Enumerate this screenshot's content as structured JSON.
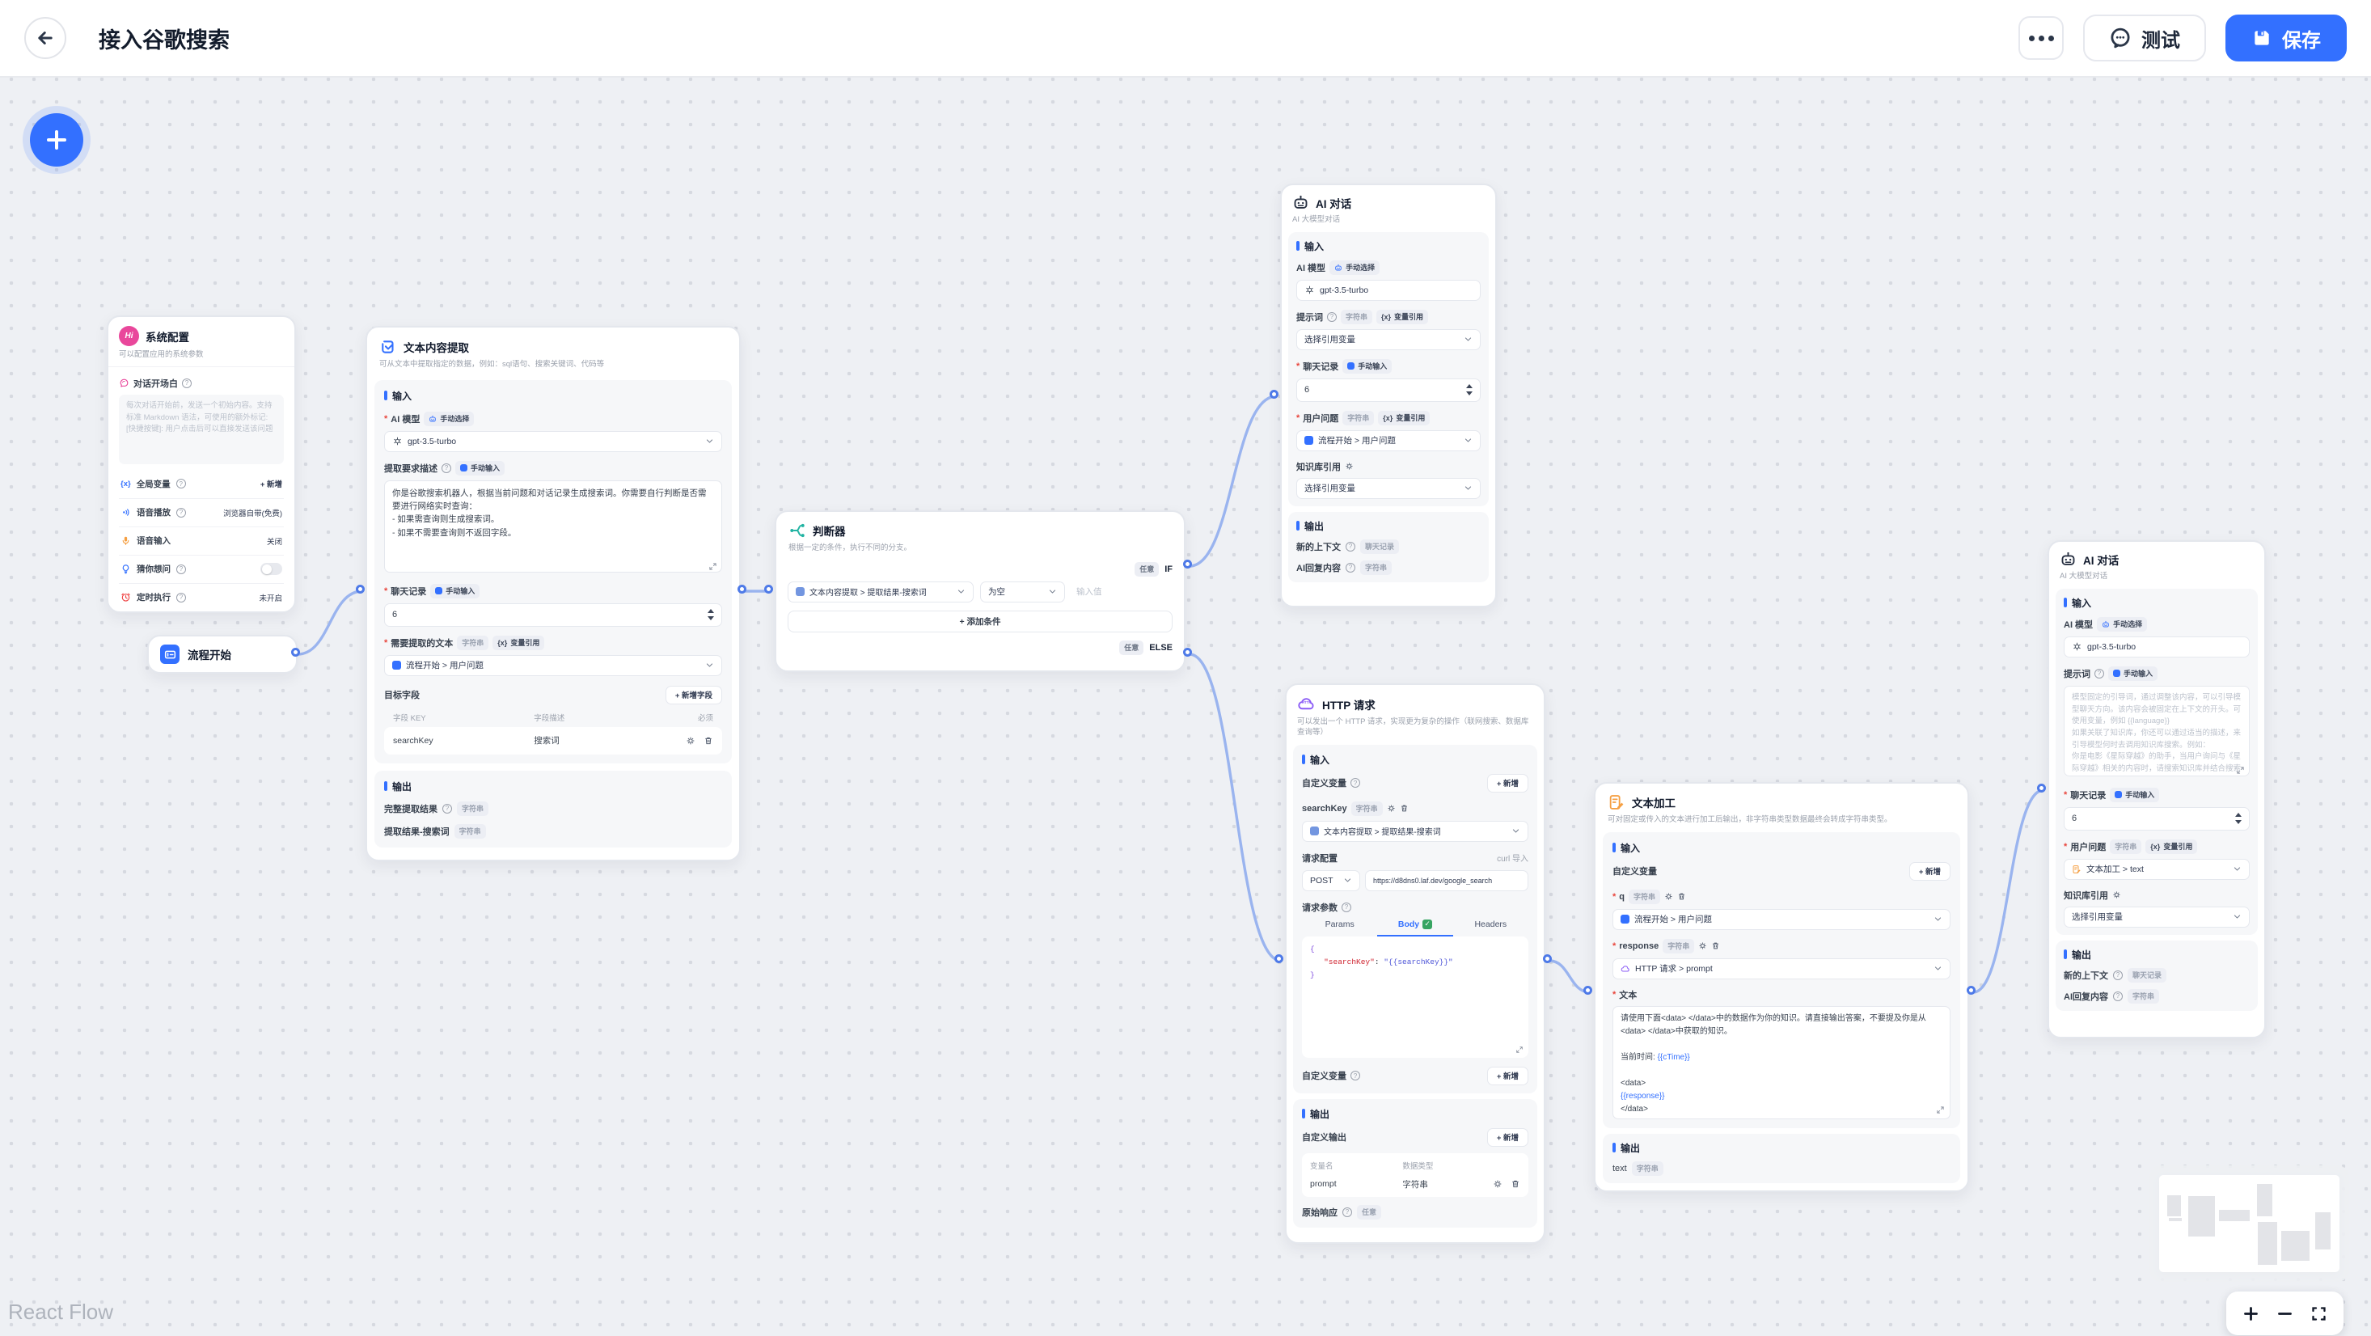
{
  "header": {
    "title": "接入谷歌搜索",
    "test": "测试",
    "save": "保存"
  },
  "attribution": "React Flow",
  "ui": {
    "q": "?",
    "required": "*",
    "add": "+ 新增",
    "input": "输入",
    "output": "输出",
    "string": "字符串",
    "any_type": "任意",
    "chat_history_type": "聊天记录",
    "manual_select": "手动选择",
    "manual_input": "手动输入",
    "var_ref": "变量引用",
    "var_glyph": "{x}",
    "check": "✓",
    "model": "gpt-3.5-turbo",
    "ai_model": "AI 模型",
    "prompt": "提示词",
    "chat_history": "聊天记录",
    "rounds": "6",
    "user_question": "用户问题",
    "kb_ref": "知识库引用",
    "select_var": "选择引用变量",
    "new_context": "新的上下文",
    "ai_reply": "AI回复内容",
    "custom_vars": "自定义变量",
    "flow_user_q": "流程开始 > 用户问题",
    "extract_result_path": "文本内容提取 > 提取结果-搜索词"
  },
  "nodes": {
    "system": {
      "icon_text": "Hi",
      "title": "系统配置",
      "subtitle": "可以配置应用的系统参数",
      "opening": "对话开场白",
      "opening_ph": "每次对话开始前，发送一个初始内容。支持标准 Markdown 语法，可使用的额外标记:\n[快捷按键]: 用户点击后可以直接发送该问题",
      "rows": [
        {
          "label": "全局变量",
          "value": "+ 新增"
        },
        {
          "label": "语音播放",
          "value": "浏览器自带(免费)"
        },
        {
          "label": "语音输入",
          "value": "关闭"
        },
        {
          "label": "猜你想问",
          "value": ""
        },
        {
          "label": "定时执行",
          "value": "未开启"
        }
      ]
    },
    "flow_start": {
      "title": "流程开始"
    },
    "extract": {
      "title": "文本内容提取",
      "subtitle": "可从文本中提取指定的数据，例如：sql语句、搜索关键词、代码等",
      "desc_label": "提取要求描述",
      "desc_value": "你是谷歌搜索机器人，根据当前问题和对话记录生成搜索词。你需要自行判断是否需要进行网络实时查询：\n- 如果需查询则生成搜索词。\n- 如果不需要查询则不返回字段。",
      "source_label": "需要提取的文本",
      "target_fields": "目标字段",
      "add_field": "+ 新增字段",
      "col_key": "字段 KEY",
      "col_desc": "字段描述",
      "col_required": "必须",
      "field_key": "searchKey",
      "field_desc": "搜索词",
      "out_full": "完整提取结果",
      "out_field": "提取结果-搜索词"
    },
    "classifier": {
      "title": "判断器",
      "subtitle": "根据一定的条件，执行不同的分支。",
      "if_label": "IF",
      "else_label": "ELSE",
      "any": "任意",
      "op": "为空",
      "value_ph": "输入值",
      "add_condition": "+ 添加条件"
    },
    "ai_top": {
      "title": "AI 对话",
      "subtitle": "AI 大模型对话"
    },
    "http": {
      "title": "HTTP 请求",
      "subtitle": "可以发出一个 HTTP 请求，实现更为复杂的操作（联网搜索、数据库查询等）",
      "icon_text": "HTTP",
      "var_name": "searchKey",
      "req_config": "请求配置",
      "curl": "curl 导入",
      "method": "POST",
      "url": "https://d8dns0.laf.dev/google_search",
      "req_params": "请求参数",
      "tabs": [
        "Params",
        "Body",
        "Headers"
      ],
      "code_open": "{\n   ",
      "code_key": "\"searchKey\"",
      "code_colon": ": ",
      "code_val": "\"{{searchKey}}\"",
      "code_close": "\n}",
      "custom_out": "自定义输出",
      "col_var": "变量名",
      "col_type": "数据类型",
      "out_var": "prompt",
      "raw_resp": "原始响应"
    },
    "process": {
      "title": "文本加工",
      "subtitle": "可对固定或传入的文本进行加工后输出，非字符串类型数据最终会转成字符串类型。",
      "var_q": "q",
      "var_resp": "response",
      "resp_value": "HTTP 请求 > prompt",
      "text_label": "文本",
      "t1": "请使用下面<data> </data>中的数据作为你的知识。请直接输出答案，不要提及你是从<data> </data>中获取的知识。\n\n当前时间: ",
      "v1": "{{cTime}}",
      "t2": "\n\n<data>\n",
      "v2": "{{response}}",
      "t3": "\n</data>",
      "out_text": "text"
    },
    "ai_right": {
      "title": "AI 对话",
      "subtitle": "AI 大模型对话",
      "prompt_ph": "模型固定的引导词，通过调整该内容，可以引导模型聊天方向。该内容会被固定在上下文的开头。可使用变量，例如 {{language}}\n如果关联了知识库，你还可以通过适当的描述，来引导模型何时去调用知识库搜索。例如：\n你是电影《星际穿越》的助手，当用户询问与《星际穿越》相关的内容时，请搜索知识库并结合搜索结果进行回答。",
      "user_q_value": "文本加工 > text"
    }
  }
}
